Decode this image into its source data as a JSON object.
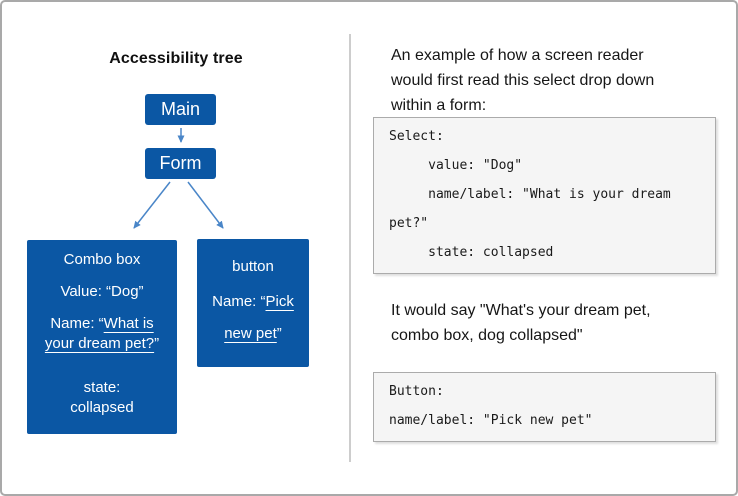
{
  "diagram": {
    "title": "Accessibility tree",
    "nodes": {
      "main": {
        "label": "Main"
      },
      "form": {
        "label": "Form"
      },
      "combo": {
        "role": "Combo box",
        "value": "Value: “Dog”",
        "name_prefix": "Name: “",
        "name_line1": "What is",
        "name_line2": "your dream pet?",
        "name_suffix": "”",
        "state_line1": "state:",
        "state_line2": "collapsed"
      },
      "button": {
        "role": "button",
        "name_prefix": "Name: “",
        "name_line1": "Pick",
        "name_line2": "new pet",
        "name_suffix": "”"
      }
    }
  },
  "right_panel": {
    "intro_lines": [
      "An example of how a screen reader",
      "would first read this select drop down",
      "within a form:"
    ],
    "select_code_lines": [
      "Select:",
      "     value: \"Dog\"",
      "     name/label: \"What is your dream",
      "pet?\"",
      "     state: collapsed"
    ],
    "spoken_lines": [
      "It would say \"What's your dream pet,",
      "combo box, dog collapsed\""
    ],
    "button_code_lines": [
      "Button:",
      "name/label: \"Pick new pet\""
    ]
  },
  "colors": {
    "node_blue": "#0b57a4",
    "arrow_blue": "#4a86c8",
    "code_background": "#f5f5f5"
  }
}
